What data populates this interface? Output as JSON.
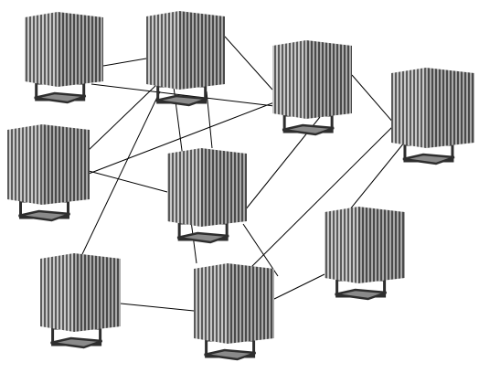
{
  "diagram": {
    "node_style": "ribbed-grey-cube-on-stand",
    "colors": {
      "background": "#ffffff",
      "edge": "#000000",
      "rib_dark": "#5b5b5b",
      "rib_light": "#c8c8c8",
      "base": "#2e2e2e",
      "base_top": "#8a8a8a"
    },
    "nodes": [
      {
        "id": "n1"
      },
      {
        "id": "n2"
      },
      {
        "id": "n3"
      },
      {
        "id": "n4"
      },
      {
        "id": "n5"
      },
      {
        "id": "n6"
      },
      {
        "id": "n7"
      },
      {
        "id": "n8"
      },
      {
        "id": "n9"
      }
    ],
    "edges": [
      [
        "n1",
        "n2"
      ],
      [
        "n1",
        "n3"
      ],
      [
        "n2",
        "n3"
      ],
      [
        "n2",
        "n4"
      ],
      [
        "n2",
        "n5"
      ],
      [
        "n2",
        "n8"
      ],
      [
        "n3",
        "n6"
      ],
      [
        "n3",
        "n4"
      ],
      [
        "n4",
        "n5"
      ],
      [
        "n5",
        "n9"
      ],
      [
        "n6",
        "n5"
      ],
      [
        "n7",
        "n8"
      ],
      [
        "n8",
        "n9"
      ],
      [
        "n6",
        "n7"
      ],
      [
        "n3",
        "n9"
      ],
      [
        "n6",
        "n9"
      ],
      [
        "n2",
        "n7"
      ]
    ]
  }
}
